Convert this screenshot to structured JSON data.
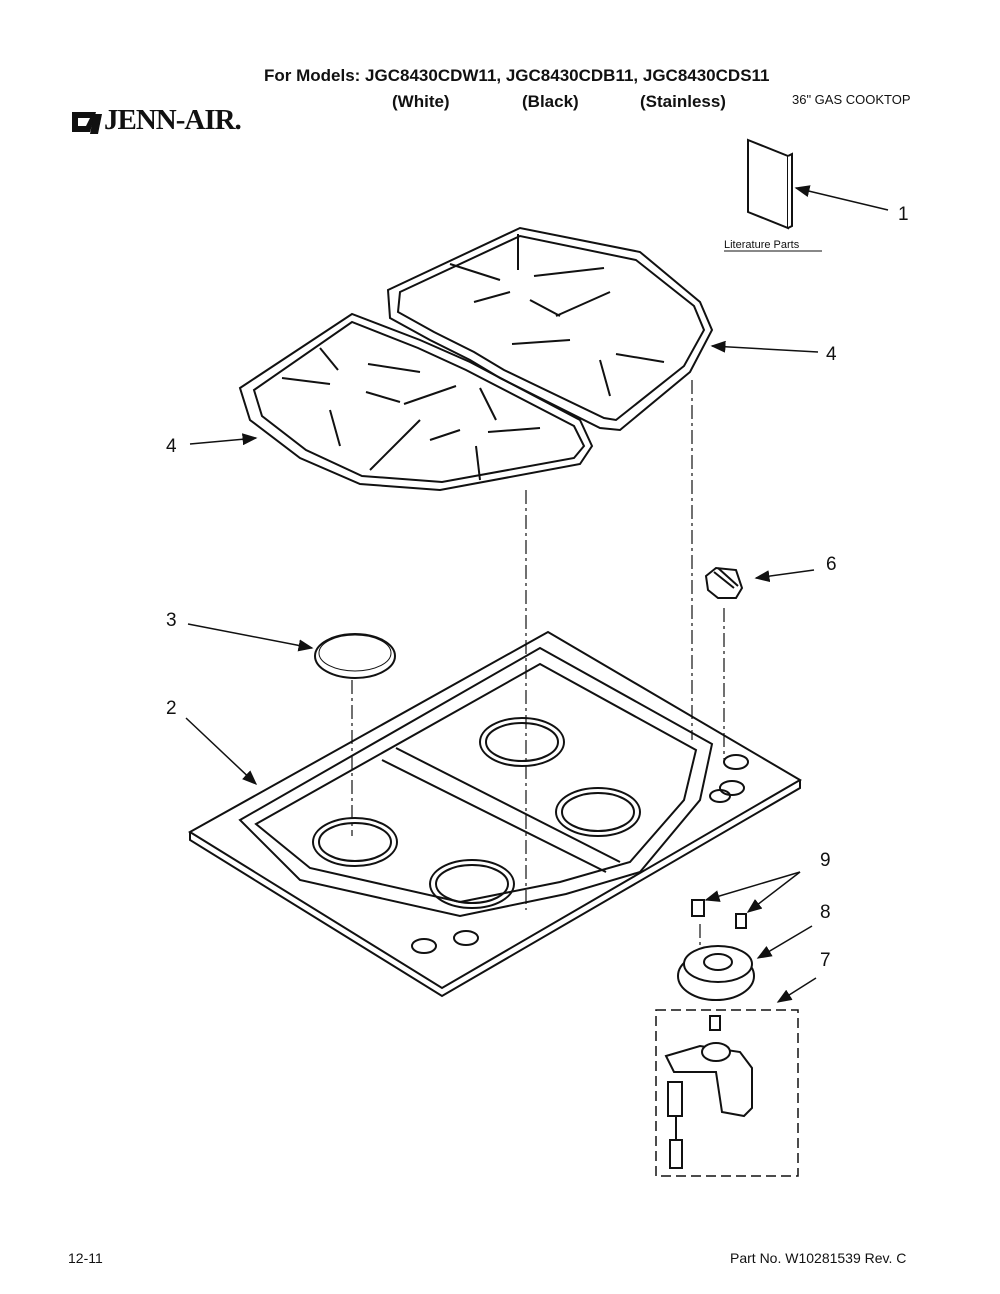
{
  "header": {
    "models_line": "For Models: JGC8430CDW11, JGC8430CDB11, JGC8430CDS11",
    "colors": [
      "(White)",
      "(Black)",
      "(Stainless)"
    ],
    "product": "36\" GAS COOKTOP"
  },
  "brand": {
    "logo_text": "JENN-AIR."
  },
  "callouts": {
    "literature_label": "Literature Parts",
    "n1": "1",
    "n2": "2",
    "n3": "3",
    "n4a": "4",
    "n4b": "4",
    "n6": "6",
    "n7": "7",
    "n8": "8",
    "n9": "9"
  },
  "footer": {
    "date": "12-11",
    "part_no": "Part No. W10281539 Rev. C"
  }
}
